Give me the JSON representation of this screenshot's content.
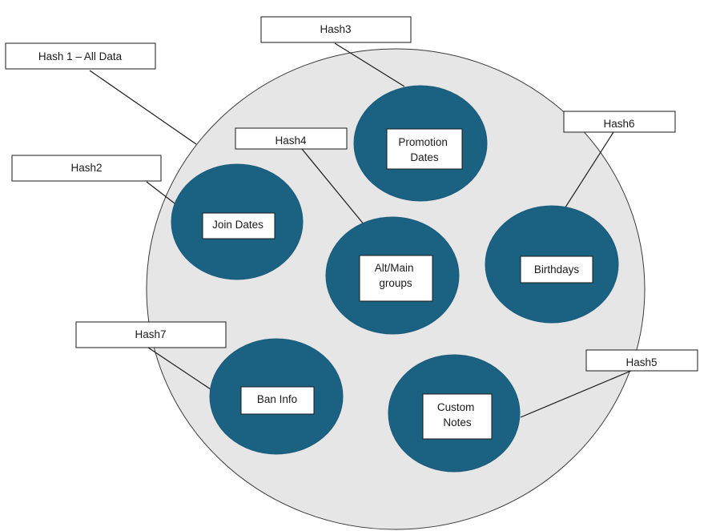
{
  "colors": {
    "outer_fill": "#e6e6e6",
    "outer_stroke": "#3a3a3a",
    "node_fill": "#1b6181",
    "node_stroke": "#1b5c7c",
    "box_fill": "#ffffff",
    "box_stroke": "#1a1a1a",
    "line": "#1a1a1a"
  },
  "container": {
    "label": "Hash 1 – All Data"
  },
  "nodes": {
    "join_dates": {
      "text": [
        "Join Dates"
      ],
      "hash_label": "Hash2"
    },
    "promotion_dates": {
      "text": [
        "Promotion",
        "Dates"
      ],
      "hash_label": "Hash3"
    },
    "alt_main_groups": {
      "text": [
        "Alt/Main",
        "groups"
      ],
      "hash_label": "Hash4"
    },
    "custom_notes": {
      "text": [
        "Custom",
        "Notes"
      ],
      "hash_label": "Hash5"
    },
    "birthdays": {
      "text": [
        "Birthdays"
      ],
      "hash_label": "Hash6"
    },
    "ban_info": {
      "text": [
        "Ban Info"
      ],
      "hash_label": "Hash7"
    }
  }
}
